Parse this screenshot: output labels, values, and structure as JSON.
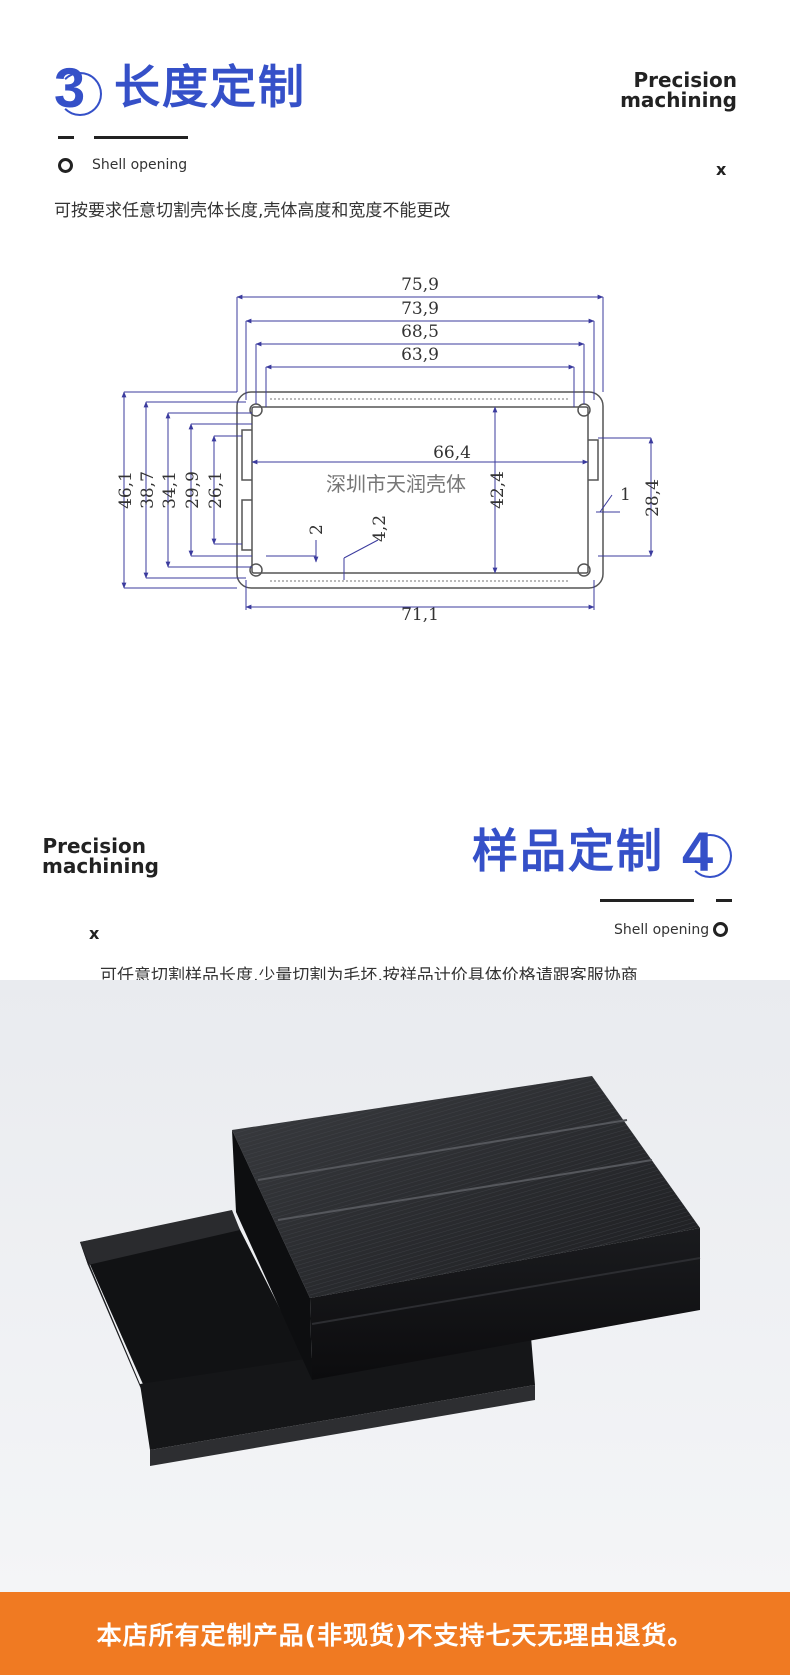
{
  "section3": {
    "number": "3",
    "title": "长度定制",
    "precision_line1": "Precision",
    "precision_line2": "machining",
    "shell": "Shell opening",
    "x": "x",
    "description": "可按要求任意切割壳体长度,壳体高度和宽度不能更改"
  },
  "drawing": {
    "dims_top": [
      "75,9",
      "73,9",
      "68,5",
      "63,9"
    ],
    "dims_left": [
      "46,1",
      "38,7",
      "34,1",
      "29,9",
      "26,1"
    ],
    "inner_width": "66,4",
    "inner_height": "42,4",
    "right_height": "28,4",
    "right_small": "1",
    "small_a": "2",
    "small_b": "4,2",
    "bottom_width": "71,1",
    "watermark": "深圳市天润壳体"
  },
  "section4": {
    "number": "4",
    "title": "样品定制",
    "precision_line1": "Precision",
    "precision_line2": "machining",
    "shell": "Shell opening",
    "x": "x",
    "description": "可任意切割样品长度,少量切割为毛坯,按祥品计价具体价格请跟客服协商"
  },
  "footer": {
    "notice": "本店所有定制产品(非现货)不支持七天无理由退货。"
  },
  "colors": {
    "accent": "#3550c8",
    "footer": "#f07a22",
    "dimension": "#3b3b9e"
  }
}
